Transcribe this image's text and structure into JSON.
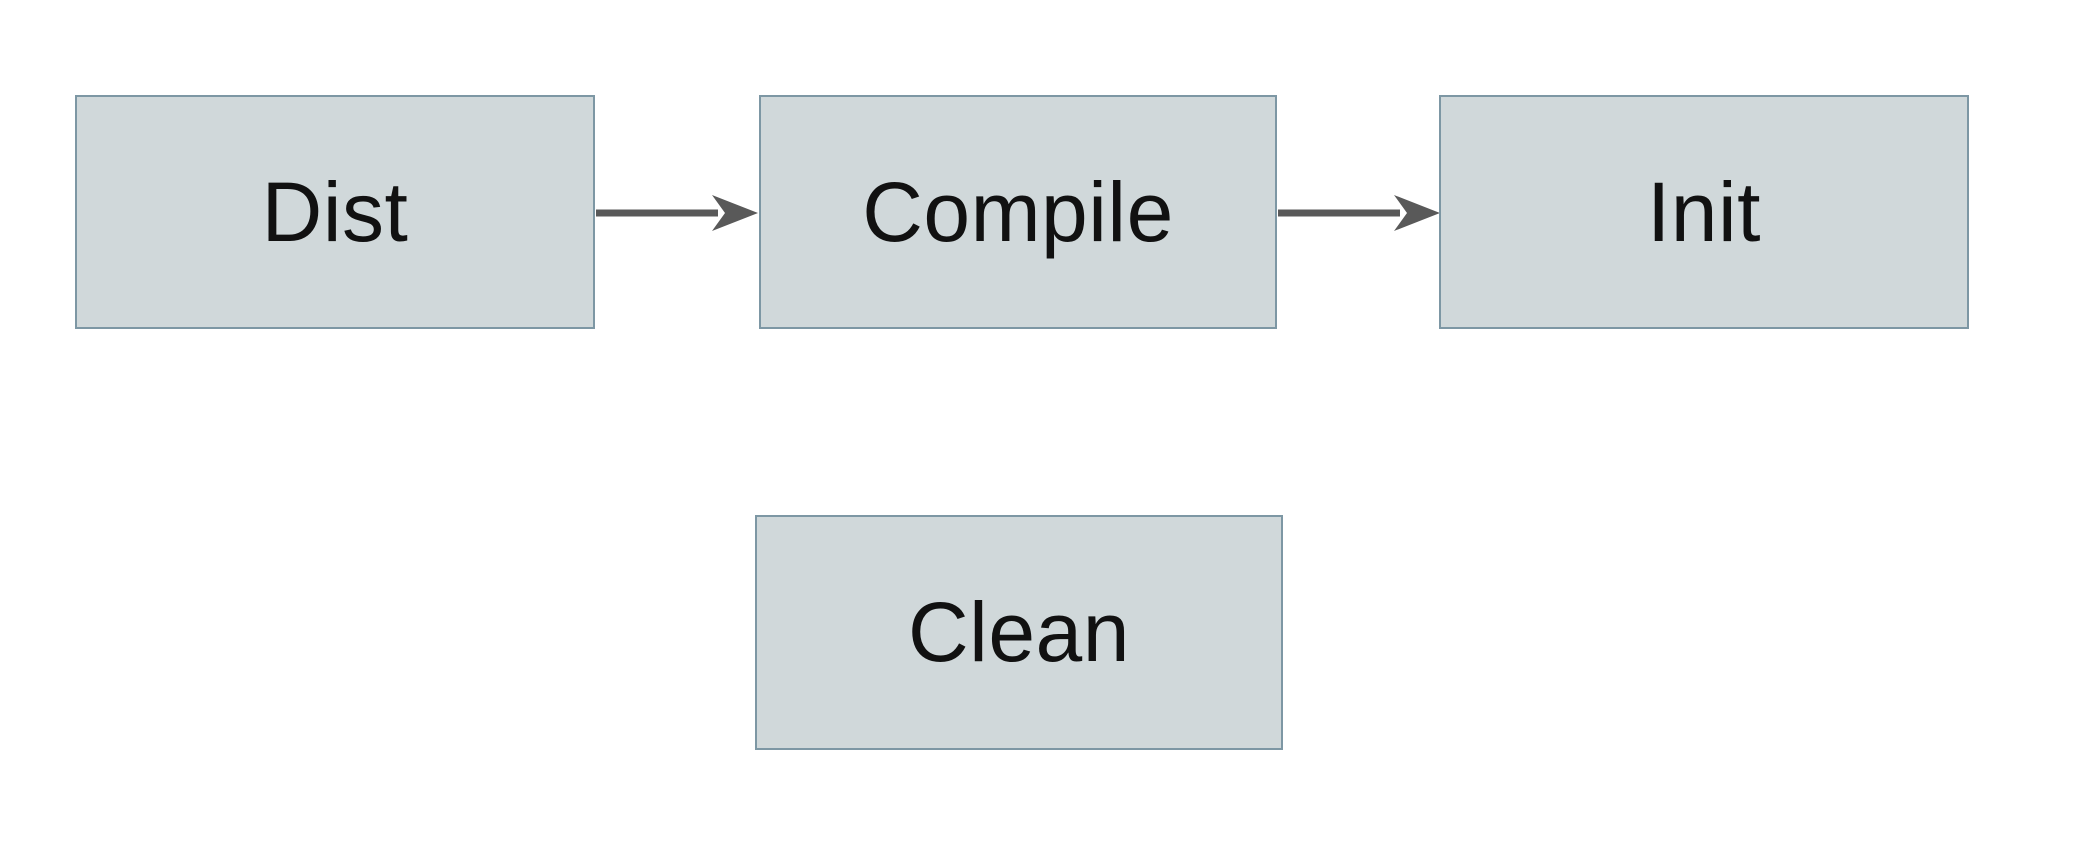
{
  "diagram": {
    "type": "flowchart",
    "direction": "left-to-right",
    "nodes": [
      {
        "id": "dist",
        "label": "Dist"
      },
      {
        "id": "compile",
        "label": "Compile"
      },
      {
        "id": "init",
        "label": "Init"
      },
      {
        "id": "clean",
        "label": "Clean"
      }
    ],
    "edges": [
      {
        "from": "dist",
        "to": "compile",
        "style": "solid-arrow"
      },
      {
        "from": "compile",
        "to": "init",
        "style": "solid-arrow"
      }
    ],
    "colors": {
      "node_fill": "#d0d8da",
      "node_border": "#7d97a4",
      "arrow": "#595959",
      "label_text": "#111111",
      "background": "#ffffff"
    }
  }
}
